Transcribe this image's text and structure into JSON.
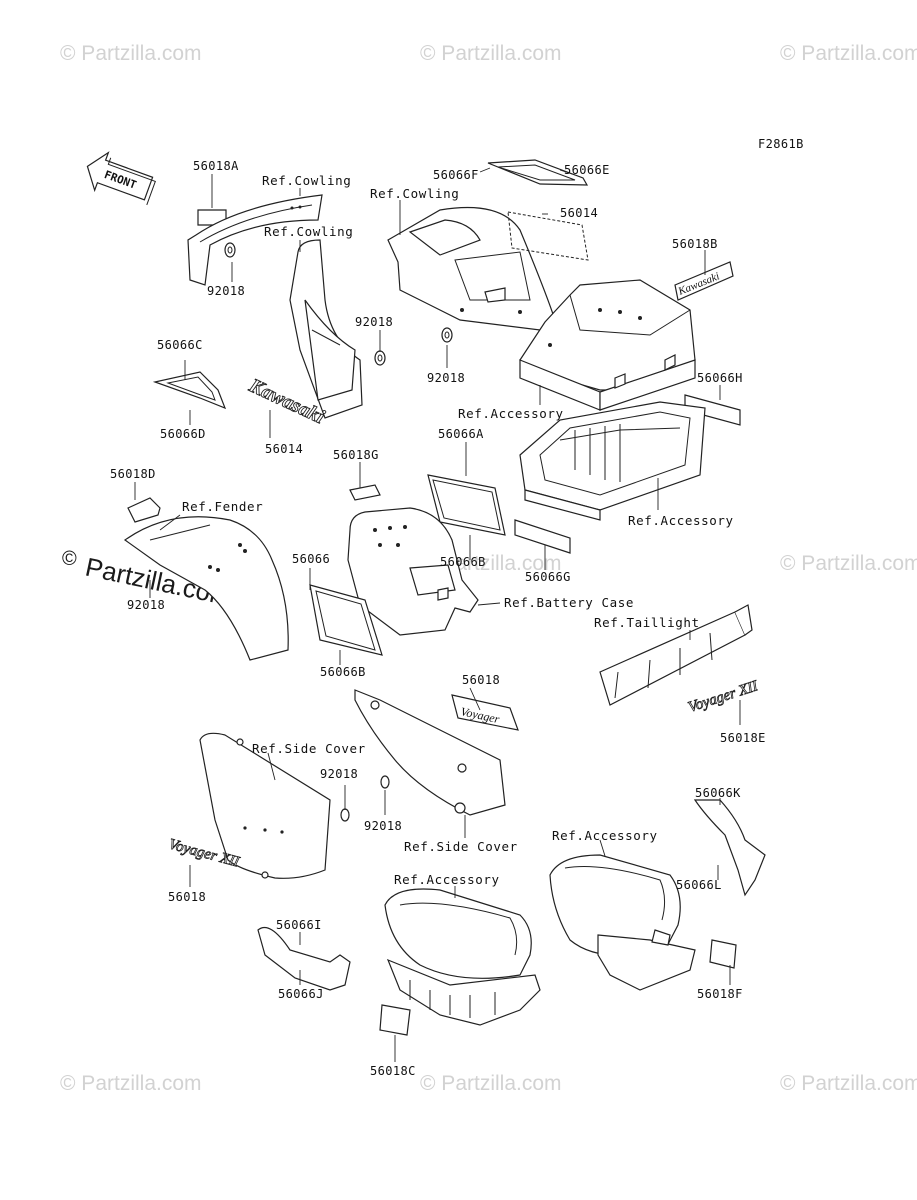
{
  "figure_code": "F2861B",
  "front_label": "FRONT",
  "watermark": "© Partzilla.com",
  "watermark_logo": "Partzilla.com",
  "callouts": [
    {
      "id": "c_56018A",
      "text": "56018A"
    },
    {
      "id": "c_refcowl1",
      "text": "Ref.Cowling"
    },
    {
      "id": "c_refcowl2",
      "text": "Ref.Cowling"
    },
    {
      "id": "c_refcowl3",
      "text": "Ref.Cowling"
    },
    {
      "id": "c_56066F",
      "text": "56066F"
    },
    {
      "id": "c_56066E",
      "text": "56066E"
    },
    {
      "id": "c_56014a",
      "text": "56014"
    },
    {
      "id": "c_56018B",
      "text": "56018B"
    },
    {
      "id": "c_92018a",
      "text": "92018"
    },
    {
      "id": "c_92018b",
      "text": "92018"
    },
    {
      "id": "c_92018c",
      "text": "92018"
    },
    {
      "id": "c_56066C",
      "text": "56066C"
    },
    {
      "id": "c_56066D",
      "text": "56066D"
    },
    {
      "id": "c_56014b",
      "text": "56014"
    },
    {
      "id": "c_refacc1",
      "text": "Ref.Accessory"
    },
    {
      "id": "c_56066H",
      "text": "56066H"
    },
    {
      "id": "c_56018G",
      "text": "56018G"
    },
    {
      "id": "c_56066A",
      "text": "56066A"
    },
    {
      "id": "c_56018D",
      "text": "56018D"
    },
    {
      "id": "c_reffender",
      "text": "Ref.Fender"
    },
    {
      "id": "c_refacc2",
      "text": "Ref.Accessory"
    },
    {
      "id": "c_56066",
      "text": "56066"
    },
    {
      "id": "c_56066B1",
      "text": "56066B"
    },
    {
      "id": "c_56066G",
      "text": "56066G"
    },
    {
      "id": "c_92018d",
      "text": "92018"
    },
    {
      "id": "c_refbattery",
      "text": "Ref.Battery Case"
    },
    {
      "id": "c_reftail",
      "text": "Ref.Taillight"
    },
    {
      "id": "c_56066B2",
      "text": "56066B"
    },
    {
      "id": "c_56018",
      "text": "56018"
    },
    {
      "id": "c_56018E",
      "text": "56018E"
    },
    {
      "id": "c_refside1",
      "text": "Ref.Side Cover"
    },
    {
      "id": "c_92018e",
      "text": "92018"
    },
    {
      "id": "c_92018f",
      "text": "92018"
    },
    {
      "id": "c_refside2",
      "text": "Ref.Side Cover"
    },
    {
      "id": "c_56066K",
      "text": "56066K"
    },
    {
      "id": "c_refacc3",
      "text": "Ref.Accessory"
    },
    {
      "id": "c_refacc4",
      "text": "Ref.Accessory"
    },
    {
      "id": "c_56018b2",
      "text": "56018"
    },
    {
      "id": "c_56066L",
      "text": "56066L"
    },
    {
      "id": "c_56066I",
      "text": "56066I"
    },
    {
      "id": "c_56066J",
      "text": "56066J"
    },
    {
      "id": "c_56018F",
      "text": "56018F"
    },
    {
      "id": "c_56018C",
      "text": "56018C"
    }
  ],
  "emblem_text": {
    "kawasaki_tank": "Kawasaki",
    "kawasaki_trunk": "Kawasaki",
    "voyager_1": "Voyager XII",
    "voyager_2": "Voyager XII",
    "voyager_3": "Voyager"
  }
}
